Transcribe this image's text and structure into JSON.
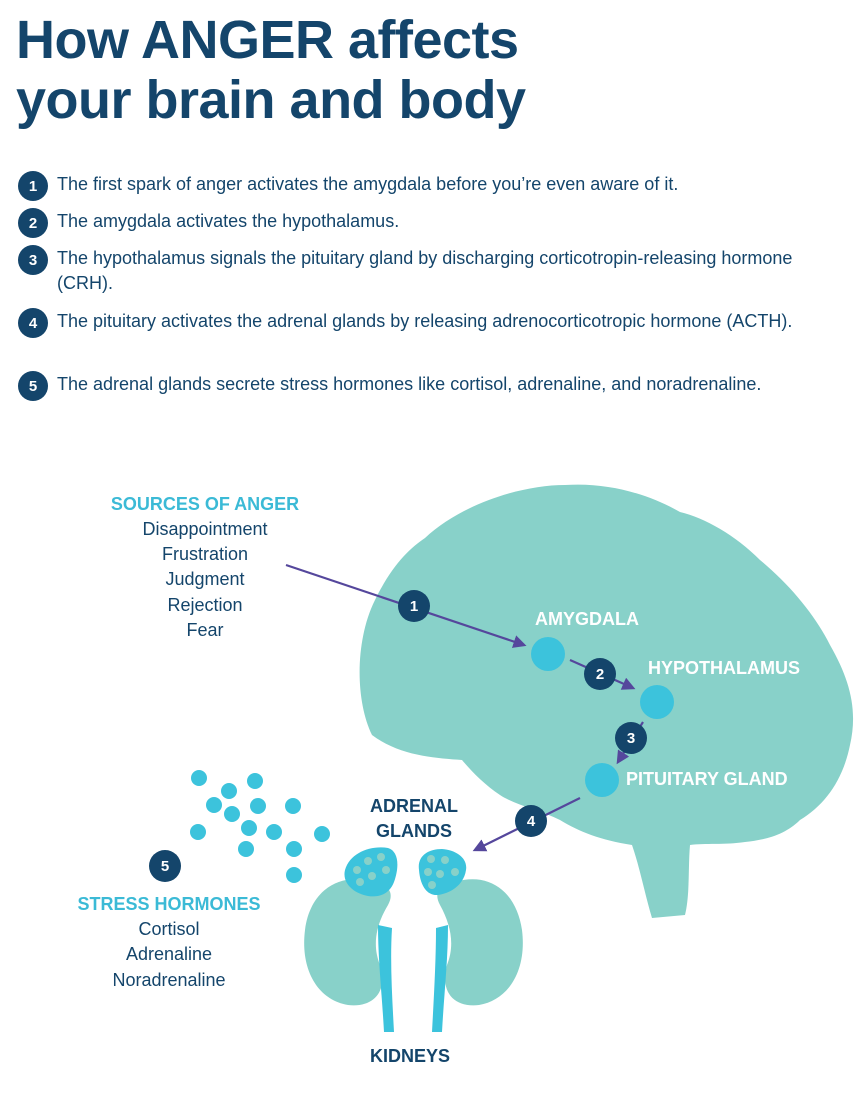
{
  "title": {
    "line1": "How ANGER affects",
    "line2": "your brain and body"
  },
  "steps": [
    {
      "num": "1",
      "text": "The first spark of anger activates the amygdala before you’re even aware of it."
    },
    {
      "num": "2",
      "text": "The amygdala activates the hypothalamus."
    },
    {
      "num": "3",
      "text": "The hypothalamus signals the pituitary gland by discharging corticotropin-releasing hormone (CRH)."
    },
    {
      "num": "4",
      "text": "The pituitary activates the adrenal glands by releasing adrenocorticotropic hormone (ACTH)."
    },
    {
      "num": "5",
      "text": "The adrenal glands secrete stress hormones like cortisol, adrenaline, and noradrenaline."
    }
  ],
  "diagram": {
    "sources": {
      "heading": "SOURCES OF ANGER",
      "items": [
        "Disappointment",
        "Frustration",
        "Judgment",
        "Rejection",
        "Fear"
      ]
    },
    "labels": {
      "amygdala": "AMYGDALA",
      "hypothalamus": "HYPOTHALAMUS",
      "pituitary": "PITUITARY GLAND",
      "adrenal_line1": "ADRENAL",
      "adrenal_line2": "GLANDS",
      "kidneys": "KIDNEYS"
    },
    "markers": [
      "1",
      "2",
      "3",
      "4",
      "5"
    ],
    "stress": {
      "heading": "STRESS HORMONES",
      "items": [
        "Cortisol",
        "Adrenaline",
        "Noradrenaline"
      ]
    }
  },
  "colors": {
    "navy": "#14456b",
    "cyan": "#3cc3dc",
    "brain": "#88d1c9",
    "arrow": "#55479c",
    "label_cyan": "#3bbad6"
  }
}
